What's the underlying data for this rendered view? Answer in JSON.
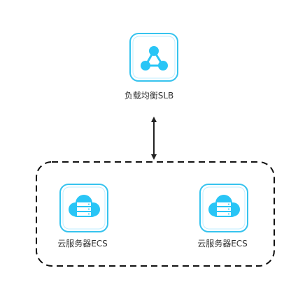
{
  "nodes": {
    "slb": {
      "label": "负载均衡SLB",
      "icon": "load-balancer-icon"
    },
    "ecs_left": {
      "label": "云服务器ECS",
      "icon": "cloud-server-icon"
    },
    "ecs_right": {
      "label": "云服务器ECS",
      "icon": "cloud-server-icon"
    }
  },
  "edges": [
    {
      "from": "slb",
      "to": "ecs-group",
      "style": "bidirectional-arrow"
    }
  ],
  "colors": {
    "icon_accent": "#29c5f6",
    "icon_border": "#36c3ee",
    "icon_bg": "#ffffff",
    "line": "#222222",
    "text": "#333333"
  }
}
